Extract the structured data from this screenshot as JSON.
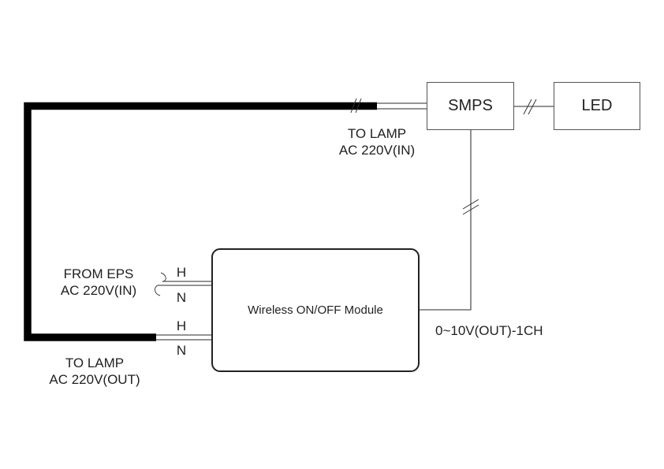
{
  "diagram": {
    "blocks": {
      "smps": "SMPS",
      "led": "LED",
      "module": "Wireless ON/OFF Module"
    },
    "labels": {
      "to_lamp_in_line1": "TO LAMP",
      "to_lamp_in_line2": "AC 220V(IN)",
      "from_eps_line1": "FROM EPS",
      "from_eps_line2": "AC 220V(IN)",
      "to_lamp_out_line1": "TO LAMP",
      "to_lamp_out_line2": "AC 220V(OUT)",
      "control_output": "0~10V(OUT)-1CH",
      "input_h": "H",
      "input_n": "N",
      "output_h": "H",
      "output_n": "N"
    },
    "connections": [
      {
        "from": "module",
        "to": "lamp",
        "type": "AC 220V(OUT)"
      },
      {
        "from": "lamp",
        "to": "smps",
        "type": "AC 220V(IN)"
      },
      {
        "from": "smps",
        "to": "led",
        "type": "multi-wire"
      },
      {
        "from": "module",
        "to": "smps",
        "type": "0~10V(OUT)-1CH"
      },
      {
        "from": "eps",
        "to": "module",
        "type": "AC 220V(IN)"
      }
    ]
  }
}
